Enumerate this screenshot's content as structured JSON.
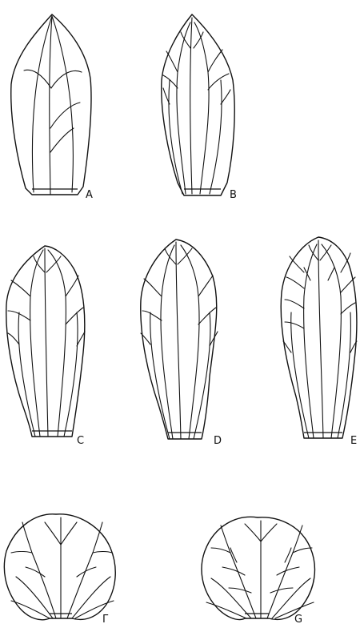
{
  "figure": {
    "labels": {
      "a": "A",
      "b": "B",
      "c": "C",
      "d": "D",
      "e": "E",
      "f": "Γ",
      "g": "G"
    }
  }
}
